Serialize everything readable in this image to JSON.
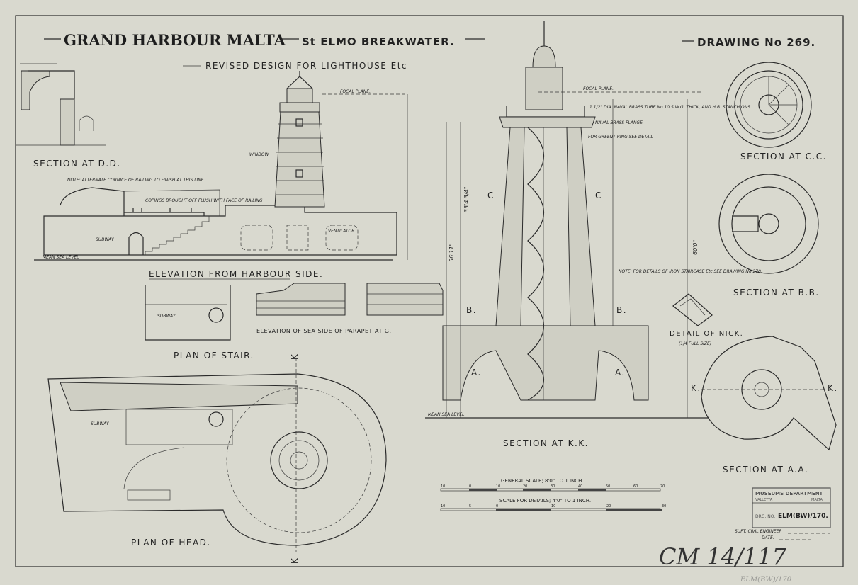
{
  "header": {
    "title": "GRAND HARBOUR MALTA",
    "subtitle": "St ELMO BREAKWATER.",
    "drawing_no": "DRAWING No 269.",
    "revised": "REVISED DESIGN FOR LIGHTHOUSE Etc"
  },
  "captions": {
    "section_dd": "SECTION AT D.D.",
    "elevation_harbour": "ELEVATION FROM HARBOUR SIDE.",
    "elevation_parapet": "ELEVATION OF SEA SIDE OF PARAPET AT G.",
    "plan_stair": "PLAN OF STAIR.",
    "plan_head": "PLAN OF HEAD.",
    "section_kk": "SECTION AT K.K.",
    "section_cc": "SECTION AT C.C.",
    "section_bb": "SECTION AT B.B.",
    "detail_nick": "DETAIL OF NICK.",
    "detail_nick_scale": "(1/4 FULL SIZE)",
    "section_aa": "SECTION AT A.A."
  },
  "labels": {
    "focal_plane": "FOCAL PLANE.",
    "focal_plane_2": "FOCAL PLANE.",
    "subway": "SUBWAY",
    "subway_2": "SUBWAY",
    "window": "WINDOW",
    "ventilator": "VENTILATOR",
    "mean_sea_level": "MEAN SEA LEVEL",
    "mean_sea_level_2": "MEAN SEA LEVEL",
    "note_cornice": "NOTE: ALTERNATE CORNICE OF RAILING TO FINISH AT THIS LINE",
    "coping_note": "COPINGS BROUGHT OFF FLUSH WITH FACE OF RAILING",
    "handrail_note": "1 1/2\" DIA. NAVAL BRASS TUBE No 10 S.W.G. THICK, AND H.B. STANCHIONS.",
    "naval_brass": "NAVAL BRASS FLANGE.",
    "gravel_ring": "FOR GREENT RING SEE DETAIL",
    "iron_staircase_note": "NOTE: FOR DETAILS OF IRON STAIRCASE Etc SEE DRAWING No 270.",
    "mark_c_left": "C",
    "mark_c_right": "C",
    "mark_b_left": "B.",
    "mark_b_right": "B.",
    "mark_a_left": "A.",
    "mark_a_right": "A.",
    "mark_k_left": "K.",
    "mark_k_right": "K.",
    "mark_k_top": "K",
    "mark_k_bottom": "K",
    "dim_60": "60'0\"",
    "dim_56": "56'11\"",
    "dim_33": "33'4 3/4\""
  },
  "scales": {
    "general_label": "GENERAL SCALE; 8'0\" TO 1 INCH.",
    "general_ticks": [
      "10",
      "0",
      "10",
      "20",
      "30",
      "40",
      "50",
      "60",
      "70"
    ],
    "details_label": "SCALE FOR DETAILS; 4'0\" TO 1 INCH.",
    "details_ticks": [
      "10",
      "5",
      "0",
      "10",
      "20",
      "30"
    ]
  },
  "stamp": {
    "dept": "MUSEUMS DEPARTMENT",
    "city": "VALLETTA",
    "country": "MALTA",
    "drg_label": "DRG. NO.",
    "drg_value": "ELM(BW)/170."
  },
  "signoff": {
    "engineer": "SUPT. CIVIL ENGINEER",
    "date": "DATE."
  },
  "handwritten": {
    "ref": "CM 14/117",
    "pencil": "ELM(BW)/170"
  }
}
